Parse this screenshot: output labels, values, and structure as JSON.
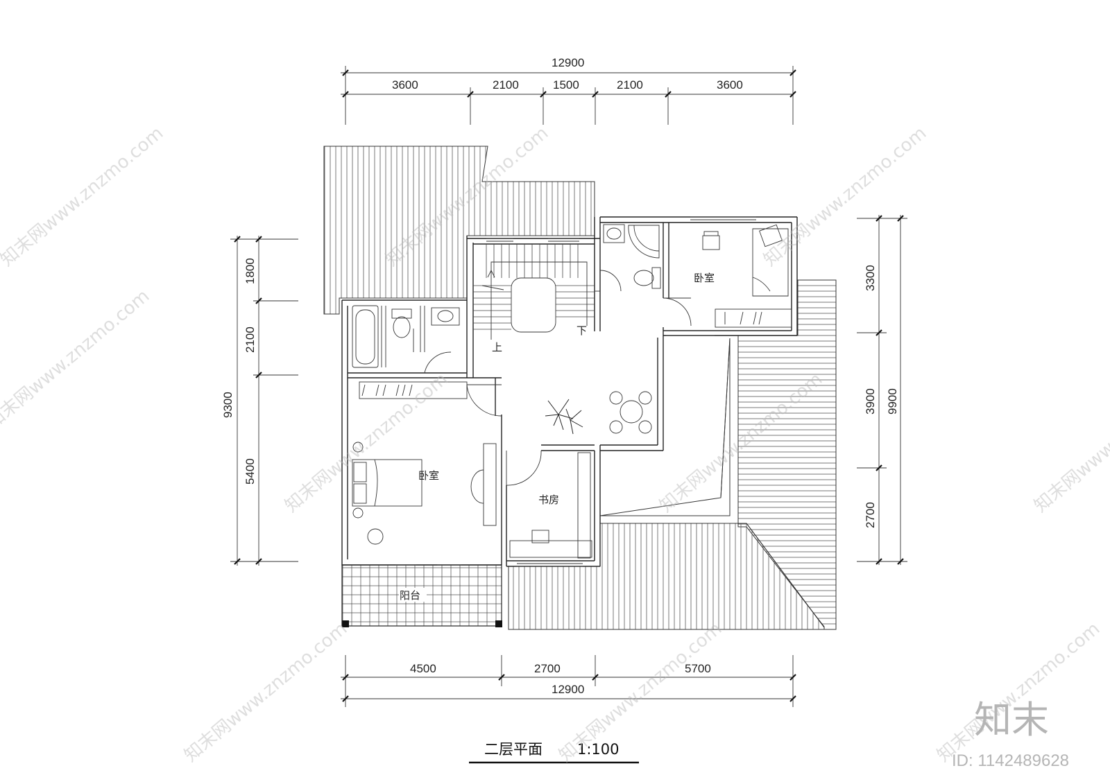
{
  "drawing": {
    "title": "二层平面",
    "scale": "1:100",
    "top_dimensions": {
      "total": "12900",
      "segments": [
        "3600",
        "2100",
        "1500",
        "2100",
        "3600"
      ]
    },
    "bottom_dimensions": {
      "total": "12900",
      "segments": [
        "4500",
        "2700",
        "5700"
      ]
    },
    "left_dimensions": {
      "total": "9300",
      "segments": [
        "1800",
        "2100",
        "5400"
      ]
    },
    "right_dimensions": {
      "total": "9900",
      "segments": [
        "3300",
        "3900",
        "2700"
      ]
    },
    "rooms": {
      "bedroom_ne": "卧室",
      "bedroom_sw": "卧室",
      "study": "书房",
      "balcony": "阳台",
      "stair_up": "上",
      "stair_down": "下"
    }
  },
  "watermark": {
    "text": "知末网www.znzmo.com",
    "brand": "知末",
    "id": "ID: 1142489628"
  }
}
